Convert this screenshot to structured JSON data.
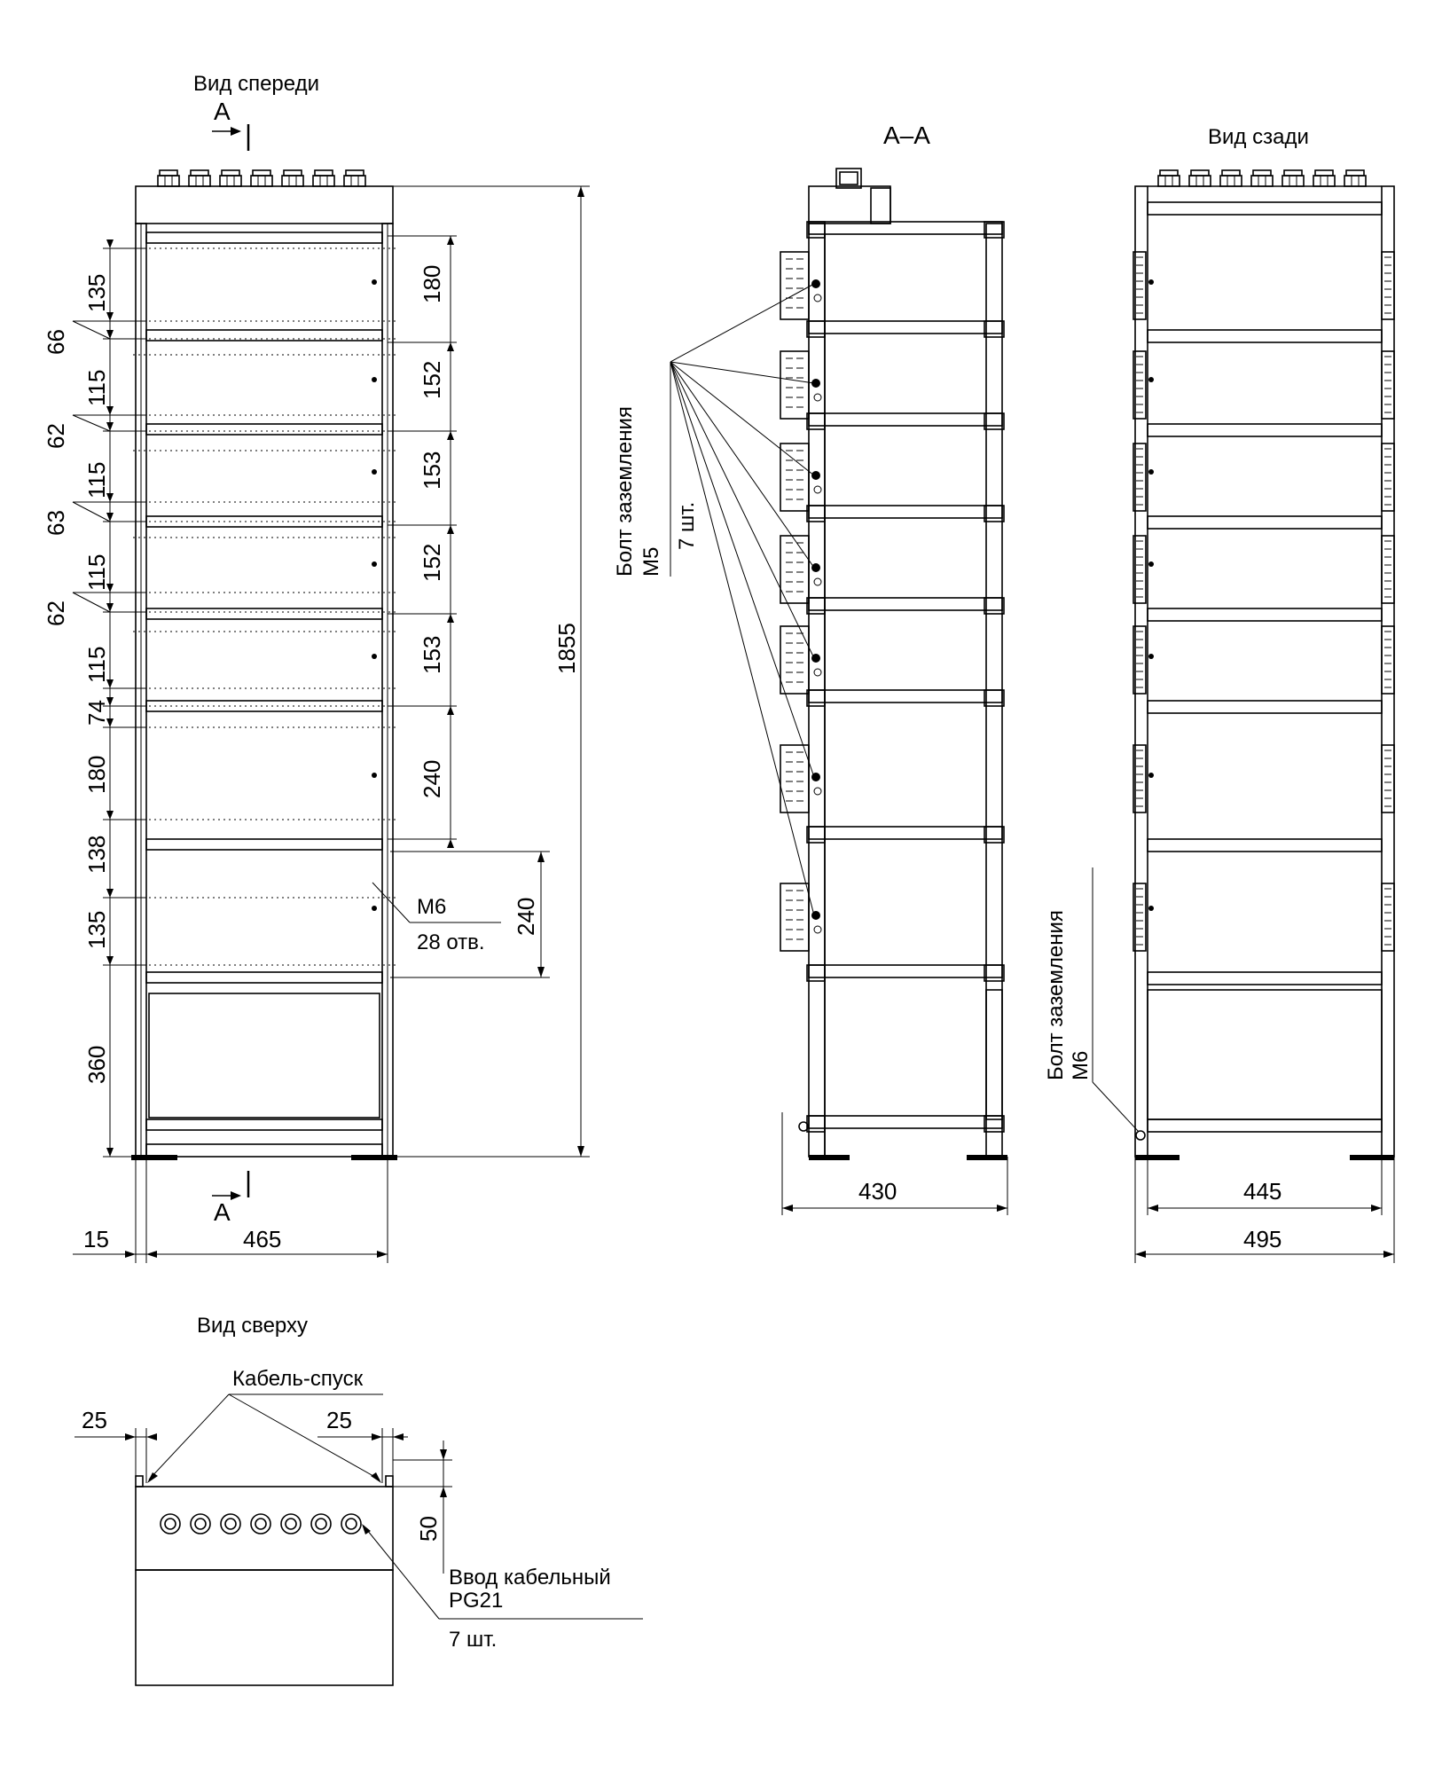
{
  "views": {
    "front_title": "Вид спереди",
    "section_title": "А–А",
    "back_title": "Вид сзади",
    "top_title": "Вид сверху",
    "section_mark": "А"
  },
  "front_view": {
    "left_dims": [
      "135",
      "66",
      "115",
      "62",
      "115",
      "63",
      "115",
      "62",
      "115",
      "74",
      "180",
      "138",
      "135",
      "360"
    ],
    "right_dims": [
      "180",
      "152",
      "153",
      "152",
      "153",
      "240"
    ],
    "lower_right_dim": "240",
    "overall_height": "1855",
    "bottom_dims": {
      "offset": "15",
      "width": "465"
    },
    "hole_note": {
      "size": "М6",
      "count": "28 отв."
    }
  },
  "section_view": {
    "ground_note": {
      "line1": "Болт заземления",
      "line2": "М5",
      "line3": "7 шт."
    },
    "width_dim": "430"
  },
  "back_view": {
    "ground_note": {
      "line1": "Болт заземления",
      "line2": "М6"
    },
    "inner_width": "445",
    "outer_width": "495"
  },
  "top_view": {
    "cable_label": "Кабель-спуск",
    "left_offset": "25",
    "right_offset": "25",
    "depth_dim": "50",
    "gland_note": {
      "line1": "Ввод кабельный",
      "line2": "PG21",
      "line3": "7 шт."
    }
  }
}
